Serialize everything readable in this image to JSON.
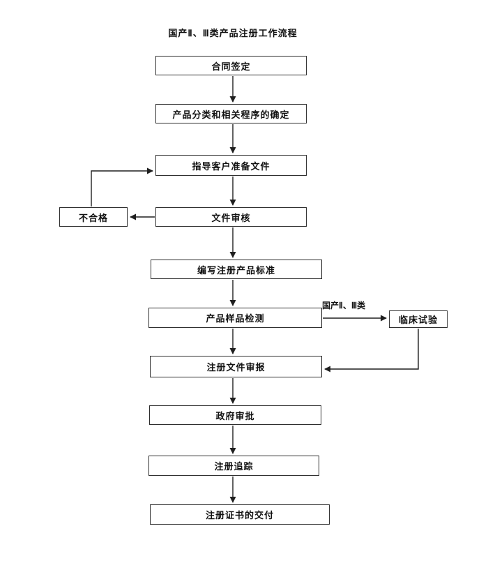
{
  "title": "国产Ⅱ、Ⅲ类产品注册工作流程",
  "flow": {
    "steps": [
      {
        "id": "contract-signing",
        "label": "合同签定"
      },
      {
        "id": "product-classification",
        "label": "产品分类和相关程序的确定"
      },
      {
        "id": "guide-client-documents",
        "label": "指导客户准备文件"
      },
      {
        "id": "document-review",
        "label": "文件审核"
      },
      {
        "id": "write-product-standard",
        "label": "编写注册产品标准"
      },
      {
        "id": "product-sample-testing",
        "label": "产品样品检测"
      },
      {
        "id": "registration-submission",
        "label": "注册文件审报"
      },
      {
        "id": "government-approval",
        "label": "政府审批"
      },
      {
        "id": "registration-tracking",
        "label": "注册追踪"
      },
      {
        "id": "certificate-delivery",
        "label": "注册证书的交付"
      }
    ],
    "reject_label": "不合格",
    "clinical_trial_label": "临床试验",
    "branch_condition_label": "国产Ⅱ、Ⅲ类",
    "colors": {
      "line": "#1f1f1f",
      "box_border": "#2e2e2e",
      "background": "#ffffff",
      "text": "#111111"
    }
  }
}
